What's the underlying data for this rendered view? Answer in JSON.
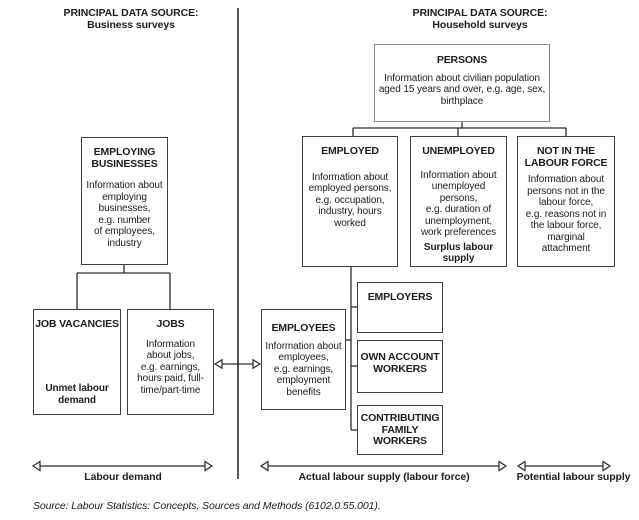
{
  "headings": {
    "business": "PRINCIPAL DATA SOURCE:\nBusiness surveys",
    "household": "PRINCIPAL DATA SOURCE:\nHousehold surveys"
  },
  "boxes": {
    "persons": {
      "title": "PERSONS",
      "body": "Information about civilian population\naged 15 years and over, e.g. age, sex,\nbirthplace"
    },
    "employing_businesses": {
      "title": "EMPLOYING\nBUSINESSES",
      "body": "Information about\nemploying\nbusinesses,\ne.g. number\nof employees,\nindustry"
    },
    "employed": {
      "title": "EMPLOYED",
      "body": "Information about\nemployed persons,\ne.g. occupation,\nindustry, hours\nworked"
    },
    "unemployed": {
      "title": "UNEMPLOYED",
      "body": "Information about\nunemployed\npersons,\ne.g. duration of\nunemployment,\nwork preferences",
      "note": "Surplus labour\nsupply"
    },
    "not_in_labour_force": {
      "title": "NOT IN THE\nLABOUR FORCE",
      "body": "Information about\npersons not in the\nlabour force,\ne.g. reasons not in\nthe labour force,\nmarginal\nattachment"
    },
    "job_vacancies": {
      "title": "JOB VACANCIES",
      "note": "Unmet labour\ndemand"
    },
    "jobs": {
      "title": "JOBS",
      "body": "Information\nabout jobs,\ne.g. earnings,\nhours paid, full-\ntime/part-time"
    },
    "employees": {
      "title": "EMPLOYEES",
      "body": "Information about\nemployees,\ne.g. earnings,\nemployment\nbenefits"
    },
    "employers": {
      "title": "EMPLOYERS"
    },
    "own_account_workers": {
      "title": "OWN ACCOUNT\nWORKERS"
    },
    "contributing_family_workers": {
      "title": "CONTRIBUTING\nFAMILY\nWORKERS"
    }
  },
  "arrows": {
    "labour_demand": "Labour demand",
    "actual_labour_supply": "Actual labour supply (labour force)",
    "potential_labour_supply": "Potential labour supply"
  },
  "source_note": "Source: Labour Statistics: Concepts, Sources and Methods (6102.0.55.001).",
  "colors": {
    "text": "#1d1d1f",
    "line": "#2b2b2b",
    "box_border": "#3f3f3f",
    "persons_box_border": "#8a8a8a",
    "background": "#ffffff"
  }
}
